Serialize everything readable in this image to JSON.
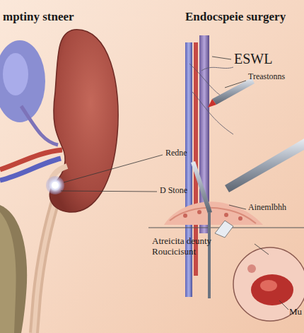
{
  "diagram": {
    "labels": [
      "mptiny stneer",
      "Endocspeie surgery",
      "ESWL",
      "Treastonns",
      "Redne",
      "D Stone",
      "Ainemlbhh",
      "Atreicita deunty Roucicisunt",
      "Mu"
    ]
  }
}
